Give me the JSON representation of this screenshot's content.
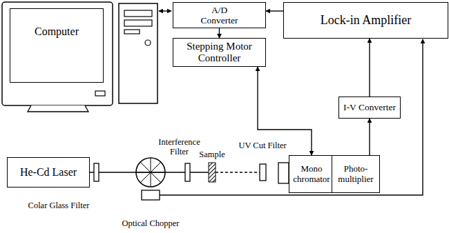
{
  "diagram": {
    "nodes": [
      {
        "text": [
          "Computer"
        ]
      },
      {
        "text": [
          "A/D Converter"
        ]
      },
      {
        "text": [
          "Lock-in Amplifier"
        ]
      },
      {
        "text": [
          "Stepping Motor Controller"
        ]
      },
      {
        "text": [
          "I-V Converter"
        ]
      },
      {
        "text": [
          "He-Cd Laser"
        ]
      },
      {
        "text": [
          "Mono chromator"
        ]
      },
      {
        "text": [
          "Photo-multiplier"
        ]
      }
    ],
    "edges": [
      {
        "from": 1,
        "to": 3,
        "arrow": "to"
      },
      {
        "from": 2,
        "to": 1,
        "arrow": "to"
      },
      {
        "from": 3,
        "to": 6,
        "arrow": "both"
      },
      {
        "from": 4,
        "to": 2,
        "arrow": "to"
      },
      {
        "from": 7,
        "to": 4,
        "arrow": "to"
      }
    ],
    "labels": [
      "Interference Filter",
      "Sample",
      "UV Cut Filter",
      "Colar Glass Filter",
      "Optical Chopper"
    ]
  }
}
